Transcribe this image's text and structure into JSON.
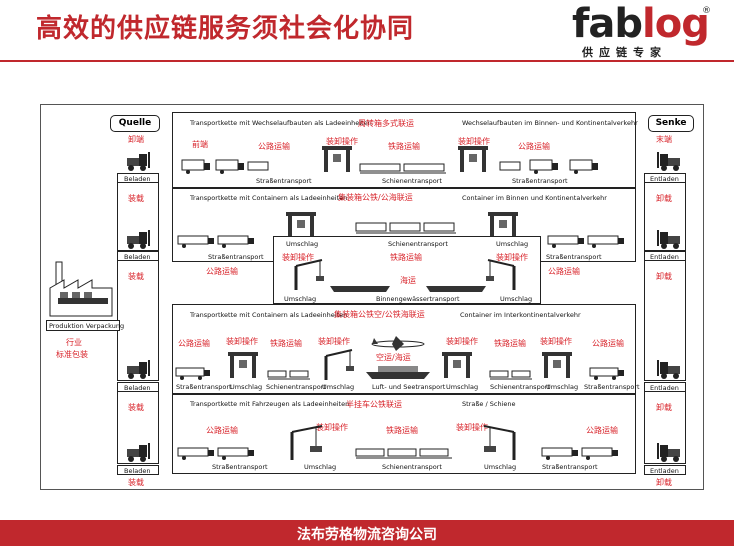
{
  "header": {
    "title": "高效的供应链服务须社会化协同"
  },
  "logo": {
    "text_a": "fab",
    "text_b": "log",
    "reg": "®",
    "sub": "供应链专家"
  },
  "footer": {
    "company": "法布劳格物流咨询公司"
  },
  "colors": {
    "accent": "#c0282d",
    "annotation": "#d8232a"
  },
  "source": {
    "label": "Quelle",
    "unload": "卸端",
    "beladen": "Beladen",
    "load": "装载",
    "load_end": "装载",
    "production": "Produktion Verpackung",
    "industry": "行业",
    "standard_pack": "标准包装"
  },
  "sink": {
    "label": "Senke",
    "end": "末端",
    "entladen": "Entladen",
    "unload": "卸载",
    "unload_end": "卸载"
  },
  "chain1": {
    "title_de": "Transportkette mit Wechselaufbauten als Ladeeinheiten",
    "title_cn": "周转箱多式联运",
    "title_right": "Wechselaufbauten im Binnen- und Kontinentalverkehr",
    "front": "前端",
    "road1": "公路运输",
    "handling": "装卸操作",
    "rail": "铁路运输",
    "handling2": "装卸操作",
    "road2": "公路运输",
    "strassen1": "Straßentransport",
    "schienen": "Schienentransport",
    "strassen2": "Straßentransport"
  },
  "chain2": {
    "title_de": "Transportkette mit Containern als Ladeeinheiten",
    "title_cn": "集装箱公铁/公海联运",
    "title_right": "Container im Binnen und Kontinentalverkehr",
    "strassen1": "Straßentransport",
    "umschlag1": "Umschlag",
    "schienen": "Schienentransport",
    "umschlag2": "Umschlag",
    "strassen2": "Straßentransport",
    "road1": "公路运输",
    "handling1": "装卸操作",
    "rail": "铁路运输",
    "handling2": "装卸操作",
    "road2": "公路运输",
    "sea": "海运",
    "umschlag3": "Umschlag",
    "binnen": "Binnengewässertransport",
    "umschlag4": "Umschlag"
  },
  "chain3": {
    "title_de": "Transportkette mit Containern als Ladeeinheiten",
    "title_cn": "集装箱公铁空/公铁海联运",
    "title_right": "Container im Interkontinentalverkehr",
    "road1": "公路运输",
    "handling1": "装卸操作",
    "rail1": "铁路运输",
    "handling2": "装卸操作",
    "air_sea": "空运/海运",
    "handling3": "装卸操作",
    "rail2": "铁路运输",
    "handling4": "装卸操作",
    "road2": "公路运输",
    "strassen1": "Straßentransport",
    "umschlag1": "Umschlag",
    "schienen1": "Schienentransport",
    "umschlag2": "Umschlag",
    "luft": "Luft- und Seetransport",
    "umschlag3": "Umschlag",
    "schienen2": "Schienentransport",
    "umschlag4": "Umschlag",
    "strassen2": "Straßentransport"
  },
  "chain4": {
    "title_de": "Transportkette mit Fahrzeugen als Ladeeinheiten",
    "title_cn": "半挂车公铁联运",
    "title_right": "Straße / Schiene",
    "road1": "公路运输",
    "handling1": "装卸操作",
    "rail": "铁路运输",
    "handling2": "装卸操作",
    "road2": "公路运输",
    "strassen1": "Straßentransport",
    "umschlag1": "Umschlag",
    "schienen": "Schienentransport",
    "umschlag2": "Umschlag",
    "strassen2": "Straßentransport"
  }
}
